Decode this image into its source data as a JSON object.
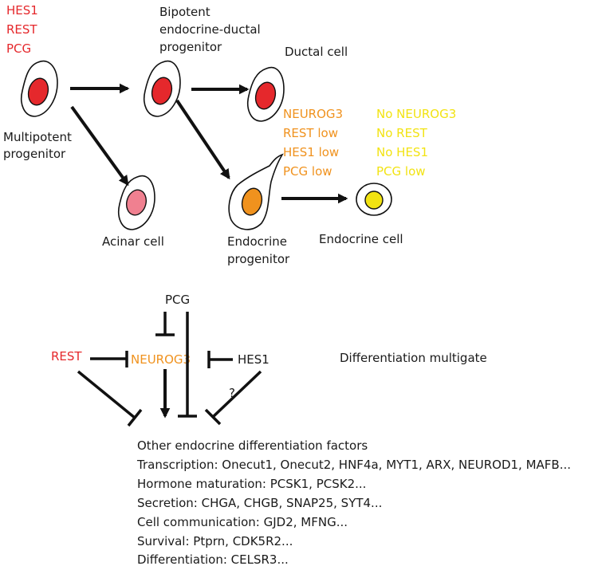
{
  "stages": {
    "multipotent": {
      "markers": [
        "HES1",
        "REST",
        "PCG"
      ],
      "label": [
        "Multipotent",
        "progenitor"
      ]
    },
    "bipotent": {
      "label": [
        "Bipotent",
        "endocrine-ductal",
        "progenitor"
      ]
    },
    "ductal": {
      "label": [
        "Ductal cell"
      ]
    },
    "acinar": {
      "label": [
        "Acinar cell"
      ]
    },
    "endocrine_progenitor": {
      "markers": [
        "NEUROG3",
        "REST low",
        "HES1 low",
        "PCG low"
      ],
      "label": [
        "Endocrine",
        "progenitor"
      ]
    },
    "endocrine_cell": {
      "markers": [
        "No NEUROG3",
        "No  REST",
        "No HES1",
        "PCG low"
      ],
      "label": [
        "Endocrine cell"
      ]
    }
  },
  "network": {
    "pcg": "PCG",
    "rest": "REST",
    "neurog3": "NEUROG3",
    "hes1": "HES1",
    "question": "?",
    "title": "Differentiation multigate"
  },
  "targets": {
    "heading": "Other endocrine differentiation factors",
    "lines": [
      "Transcription: Onecut1, Onecut2, HNF4a, MYT1, ARX, NEUROD1, MAFB...",
      "Hormone maturation: PCSK1, PCSK2...",
      "Secretion: CHGA, CHGB, SNAP25, SYT4...",
      "Cell communication: GJD2, MFNG...",
      "Survival: Ptprn, CDK5R2...",
      "Differentiation: CELSR3..."
    ]
  },
  "colors": {
    "red": "#e5282c",
    "orange": "#f0921e",
    "yellow": "#f2e312",
    "acinar_nucleus": "#f08090",
    "ink": "#111111"
  }
}
